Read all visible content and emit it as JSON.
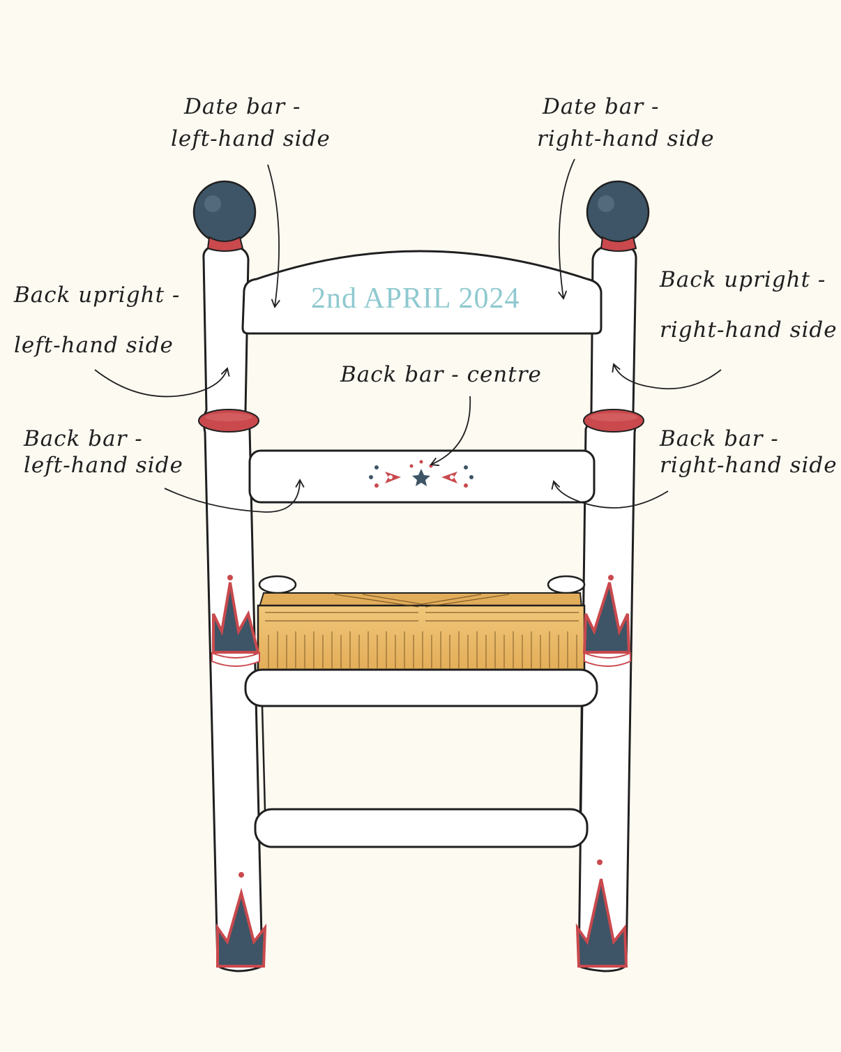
{
  "date_text": "2nd APRIL 2024",
  "labels": {
    "date_bar_left": [
      "Date bar -",
      "left-hand side"
    ],
    "date_bar_right": [
      "Date bar -",
      "right-hand side"
    ],
    "back_upright_left": [
      "Back upright -",
      "left-hand side"
    ],
    "back_upright_right": [
      "Back upright -",
      "right-hand side"
    ],
    "back_bar_centre": "Back bar - centre",
    "back_bar_left": [
      "Back bar -",
      "left-hand side"
    ],
    "back_bar_right": [
      "Back bar -",
      "right-hand side"
    ]
  },
  "colors": {
    "background": "#fdfaf2",
    "navy": "#3d5566",
    "red": "#c9494d",
    "teal_text": "#8fc9cf",
    "rush": "#e7b564",
    "ink": "#1f1f1f"
  }
}
